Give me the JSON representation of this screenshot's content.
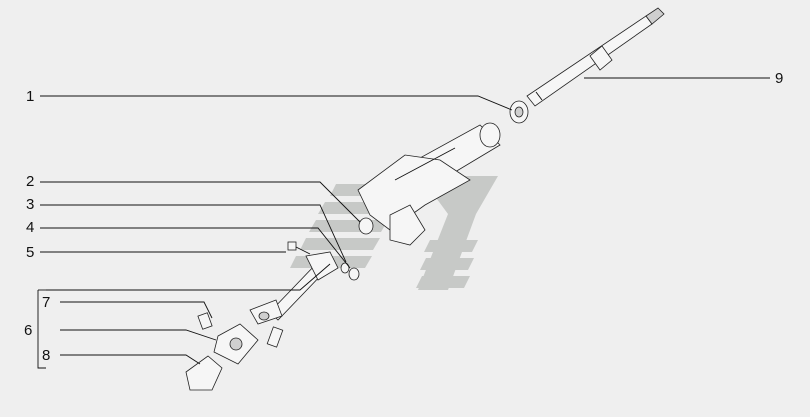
{
  "callouts": [
    {
      "id": "1",
      "label": "1"
    },
    {
      "id": "2",
      "label": "2"
    },
    {
      "id": "3",
      "label": "3"
    },
    {
      "id": "4",
      "label": "4"
    },
    {
      "id": "5",
      "label": "5"
    },
    {
      "id": "6",
      "label": "6"
    },
    {
      "id": "7",
      "label": "7"
    },
    {
      "id": "8",
      "label": "8"
    },
    {
      "id": "9",
      "label": "9"
    }
  ],
  "colors": {
    "background": "#efefef",
    "watermark": "#c7c9c7",
    "line": "#111111"
  }
}
